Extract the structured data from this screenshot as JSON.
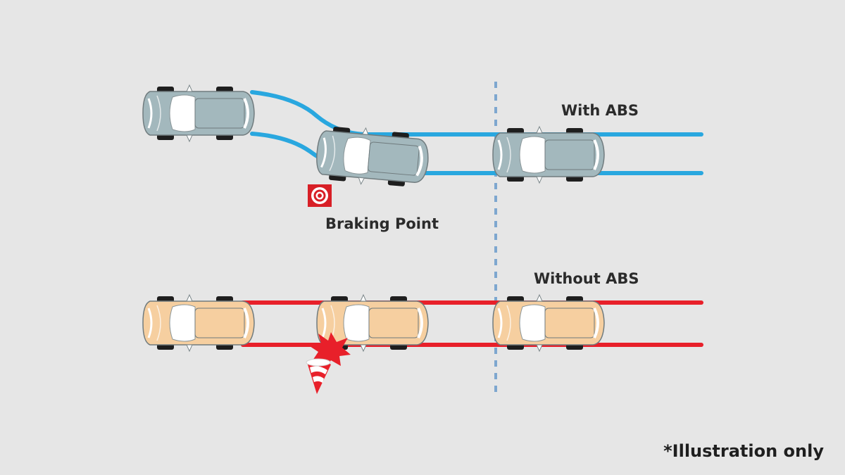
{
  "labels": {
    "with_abs": "With ABS",
    "without_abs": "Without ABS",
    "braking_point": "Braking Point",
    "disclaimer": "*Illustration only"
  },
  "colors": {
    "background": "#e6e6e6",
    "abs_track": "#29a7df",
    "no_abs_track": "#e8202a",
    "car_abs_body": "#a3b8bd",
    "car_no_abs_body": "#f6cfa0",
    "divider": "#7ea7cf",
    "marker": "#d81f26"
  },
  "icons": {
    "braking_point": "target-icon",
    "collision": "impact-burst-icon",
    "cone": "traffic-cone-icon"
  }
}
